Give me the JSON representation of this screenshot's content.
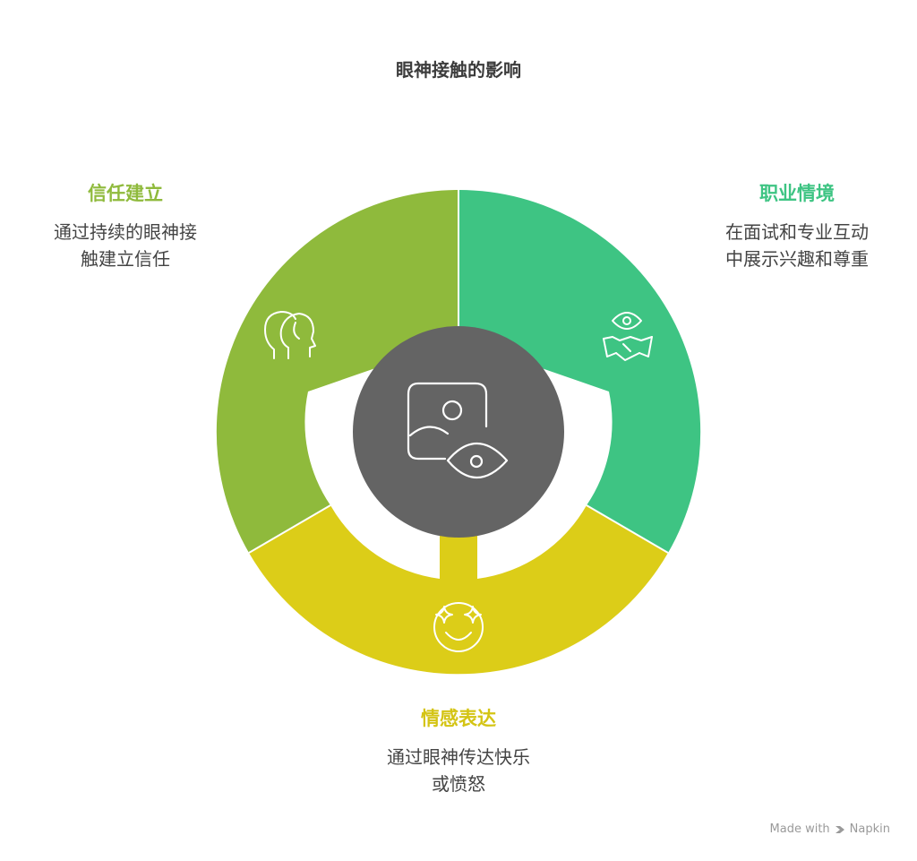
{
  "title": "眼神接触的影响",
  "colors": {
    "trust": "#8fba3c",
    "professional": "#3ec483",
    "emotion": "#dccd18",
    "center": "#646464"
  },
  "sections": {
    "trust": {
      "title": "信任建立",
      "desc1": "通过持续的眼神接",
      "desc2": "触建立信任",
      "icon": "two-faces-icon"
    },
    "professional": {
      "title": "职业情境",
      "desc1": "在面试和专业互动",
      "desc2": "中展示兴趣和尊重",
      "icon": "eye-handshake-icon"
    },
    "emotion": {
      "title": "情感表达",
      "desc1": "通过眼神传达快乐",
      "desc2": "或愤怒",
      "icon": "sparkle-smile-icon"
    }
  },
  "center": {
    "icon": "photo-eye-icon"
  },
  "watermark": {
    "prefix": "Made with",
    "brand": "Napkin"
  }
}
